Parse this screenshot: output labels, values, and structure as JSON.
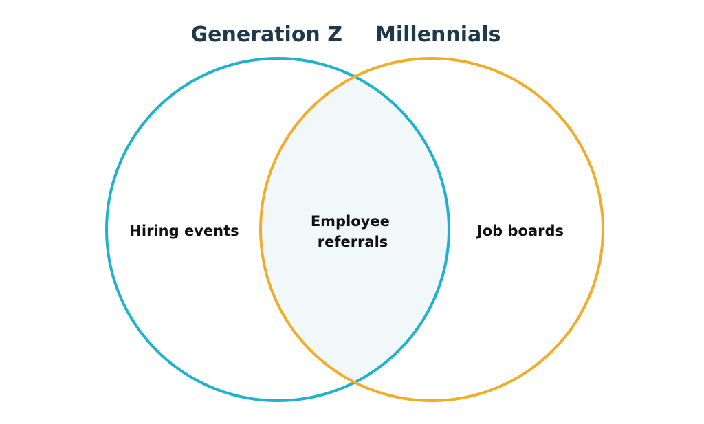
{
  "diagram": {
    "type": "venn",
    "sets": [
      {
        "title": "Generation Z",
        "only_label": "Hiring events",
        "color": "#1fb2ce"
      },
      {
        "title": "Millennials",
        "only_label": "Job boards",
        "color": "#f0ad29"
      }
    ],
    "overlap": {
      "label_lines": [
        "Employee",
        "referrals"
      ],
      "fill": "#f2f7f9"
    },
    "title_color": "#1c3a4a"
  }
}
